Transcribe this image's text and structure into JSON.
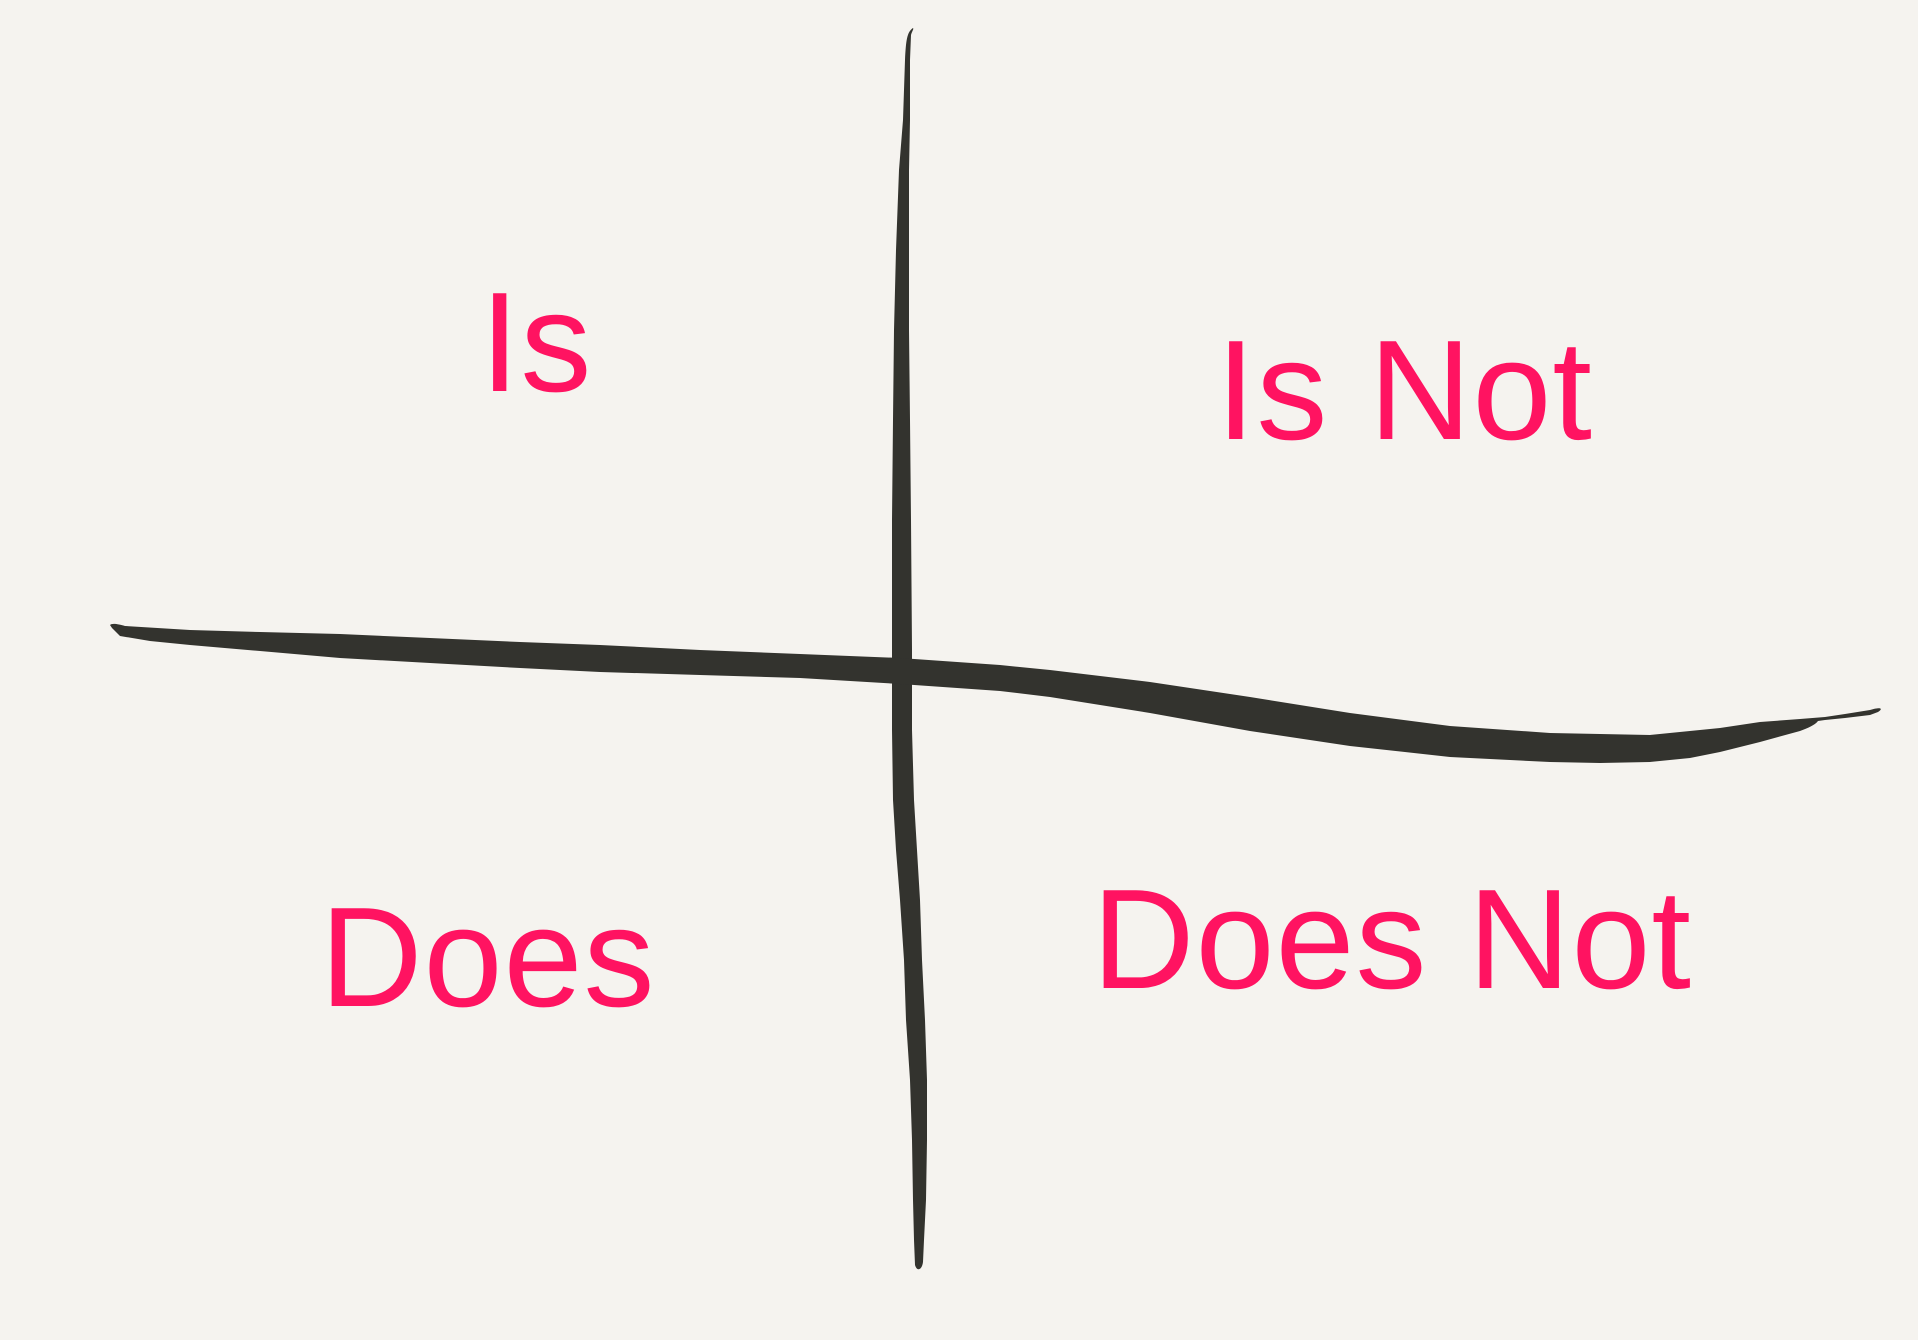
{
  "quadrants": {
    "top_left": "Is",
    "top_right": "Is Not",
    "bottom_left": "Does",
    "bottom_right": "Does Not"
  },
  "colors": {
    "background": "#f5f3ef",
    "label": "#ff1361",
    "stroke": "#33332e"
  }
}
